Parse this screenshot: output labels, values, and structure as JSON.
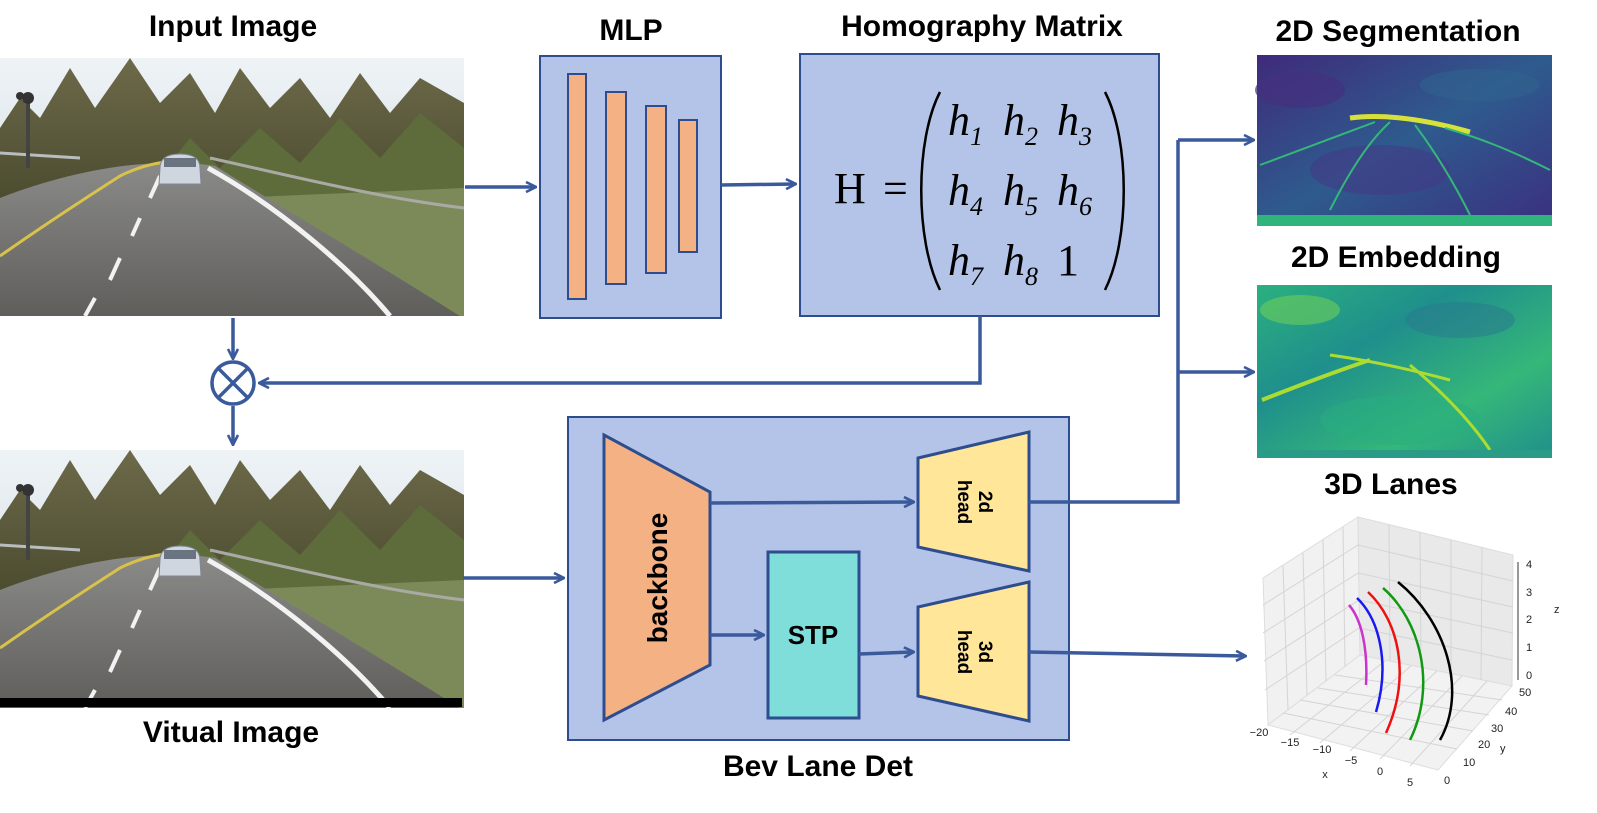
{
  "labels": {
    "input_image": "Input Image",
    "mlp": "MLP",
    "homography_matrix": "Homography Matrix",
    "seg_2d": "2D Segmentation",
    "emb_2d": "2D Embedding",
    "lanes_3d": "3D Lanes",
    "virtual_image": "Vitual Image",
    "bev_lane_det": "Bev Lane Det",
    "backbone": "backbone",
    "stp": "STP",
    "head_2d_line1": "2d",
    "head_2d_line2": "head",
    "head_3d_line1": "3d",
    "head_3d_line2": "head"
  },
  "matrix": {
    "lhs": "H",
    "eq": "=",
    "rows": [
      [
        {
          "b": "h",
          "s": "1"
        },
        {
          "b": "h",
          "s": "2"
        },
        {
          "b": "h",
          "s": "3"
        }
      ],
      [
        {
          "b": "h",
          "s": "4"
        },
        {
          "b": "h",
          "s": "5"
        },
        {
          "b": "h",
          "s": "6"
        }
      ],
      [
        {
          "b": "h",
          "s": "7"
        },
        {
          "b": "h",
          "s": "8"
        },
        {
          "b": "1",
          "s": ""
        }
      ]
    ]
  },
  "plot3d": {
    "x_ticks": [
      "−20",
      "−15",
      "−10",
      "−5",
      "0",
      "5"
    ],
    "x_label": "x",
    "y_ticks": [
      "0",
      "10",
      "20",
      "30",
      "40",
      "50"
    ],
    "y_label": "y",
    "z_ticks": [
      "0",
      "1",
      "2",
      "3",
      "4"
    ],
    "z_label": "z",
    "lane_colors": [
      "#cc33cc",
      "#1a1aee",
      "#ee1111",
      "#119911",
      "#000000"
    ]
  },
  "colors": {
    "arrow": "#3a5a9c",
    "panel_fill": "#b3c4e8",
    "panel_stroke": "#2e4d8f",
    "orange": "#f4b183",
    "teal": "#7fded9",
    "yellow": "#ffe699"
  }
}
